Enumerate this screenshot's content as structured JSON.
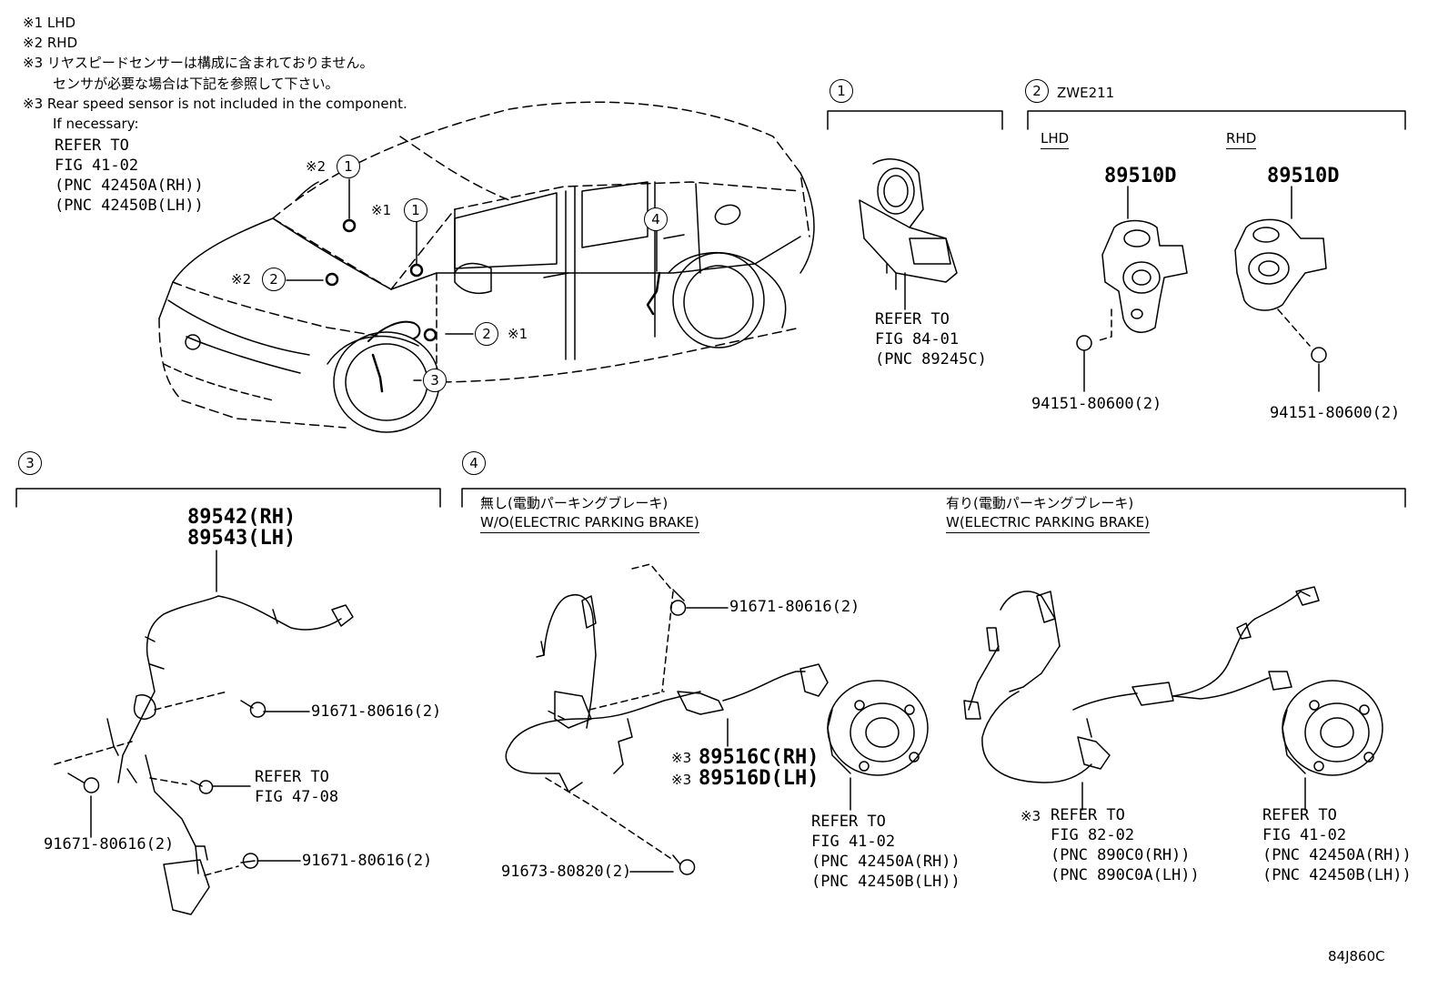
{
  "notes": {
    "n1": "※1 LHD",
    "n2": "※2 RHD",
    "n3_jp_a": "※3 リヤスピードセンサーは構成に含まれておりません。",
    "n3_jp_b": "センサが必要な場合は下記を参照して下さい。",
    "n3_en": "※3 Rear speed sensor is not included in the component.",
    "n3_if": "If necessary:",
    "ref_1": "REFER TO",
    "ref_2": "FIG 41-02",
    "ref_3": "(PNC 42450A(RH))",
    "ref_4": "(PNC 42450B(LH))"
  },
  "car": {
    "m2a": "※2",
    "c1a": "1",
    "m1a": "※1",
    "c1b": "1",
    "m2b": "※2",
    "c2a": "2",
    "c2b": "2",
    "m1b": "※1",
    "c3": "3",
    "c4": "4"
  },
  "section1": {
    "num": "1",
    "ref_1": "REFER TO",
    "ref_2": "FIG 84-01",
    "ref_3": "(PNC 89245C)"
  },
  "section2": {
    "num": "2",
    "model": "ZWE211",
    "lhd": "LHD",
    "rhd": "RHD",
    "part_l": "89510D",
    "part_r": "89510D",
    "bolt_l": "94151-80600(2)",
    "bolt_r": "94151-80600(2)"
  },
  "section3": {
    "num": "3",
    "part_rh": "89542(RH)",
    "part_lh": "89543(LH)",
    "bolt_a": "91671-80616(2)",
    "ref_1": "REFER TO",
    "ref_2": "FIG 47-08",
    "bolt_b": "91671-80616(2)",
    "bolt_c": "91671-80616(2)"
  },
  "section4": {
    "num": "4",
    "wo_jp": "無し(電動パーキングブレーキ)",
    "wo_en": "W/O(ELECTRIC PARKING BRAKE)",
    "w_jp": "有り(電動パーキングブレーキ)",
    "w_en": "W(ELECTRIC PARKING BRAKE)",
    "bolt_top": "91671-80616(2)",
    "m3a": "※3",
    "part_rh": "89516C(RH)",
    "m3b": "※3",
    "part_lh": "89516D(LH)",
    "bolt_bottom": "91673-80820(2)",
    "refA_1": "REFER TO",
    "refA_2": "FIG 41-02",
    "refA_3": "(PNC 42450A(RH))",
    "refA_4": "(PNC 42450B(LH))",
    "m3c": "※3",
    "refB_1": "REFER TO",
    "refB_2": "FIG 82-02",
    "refB_3": "(PNC 890C0(RH))",
    "refB_4": "(PNC 890C0A(LH))",
    "refC_1": "REFER TO",
    "refC_2": "FIG 41-02",
    "refC_3": "(PNC 42450A(RH))",
    "refC_4": "(PNC 42450B(LH))"
  },
  "figure_code": "84J860C"
}
